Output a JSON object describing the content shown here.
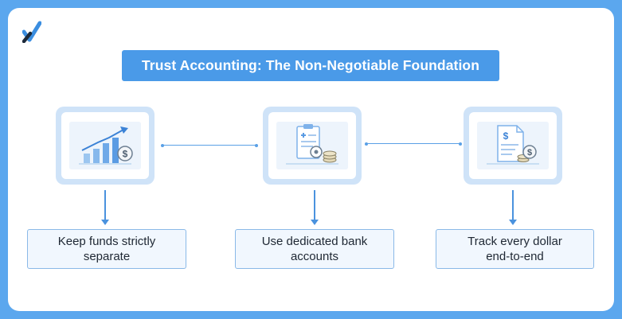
{
  "title": "Trust Accounting: The Non-Negotiable Foundation",
  "colors": {
    "background": "#5ba7ee",
    "title_bg": "#4a9ae8",
    "tile_bg": "#cfe3f8",
    "box_bg": "#f1f7fe",
    "box_border": "#8ab9e8",
    "arrow": "#4a92de"
  },
  "logo": {
    "icon": "x-logo-icon"
  },
  "steps": [
    {
      "icon": "growth-chart-dollar-icon",
      "label_line1": "Keep funds strictly",
      "label_line2": "separate"
    },
    {
      "icon": "clipboard-coins-icon",
      "label_line1": "Use dedicated bank",
      "label_line2": "accounts"
    },
    {
      "icon": "document-dollar-icon",
      "label_line1": "Track every dollar",
      "label_line2": "end-to-end"
    }
  ]
}
